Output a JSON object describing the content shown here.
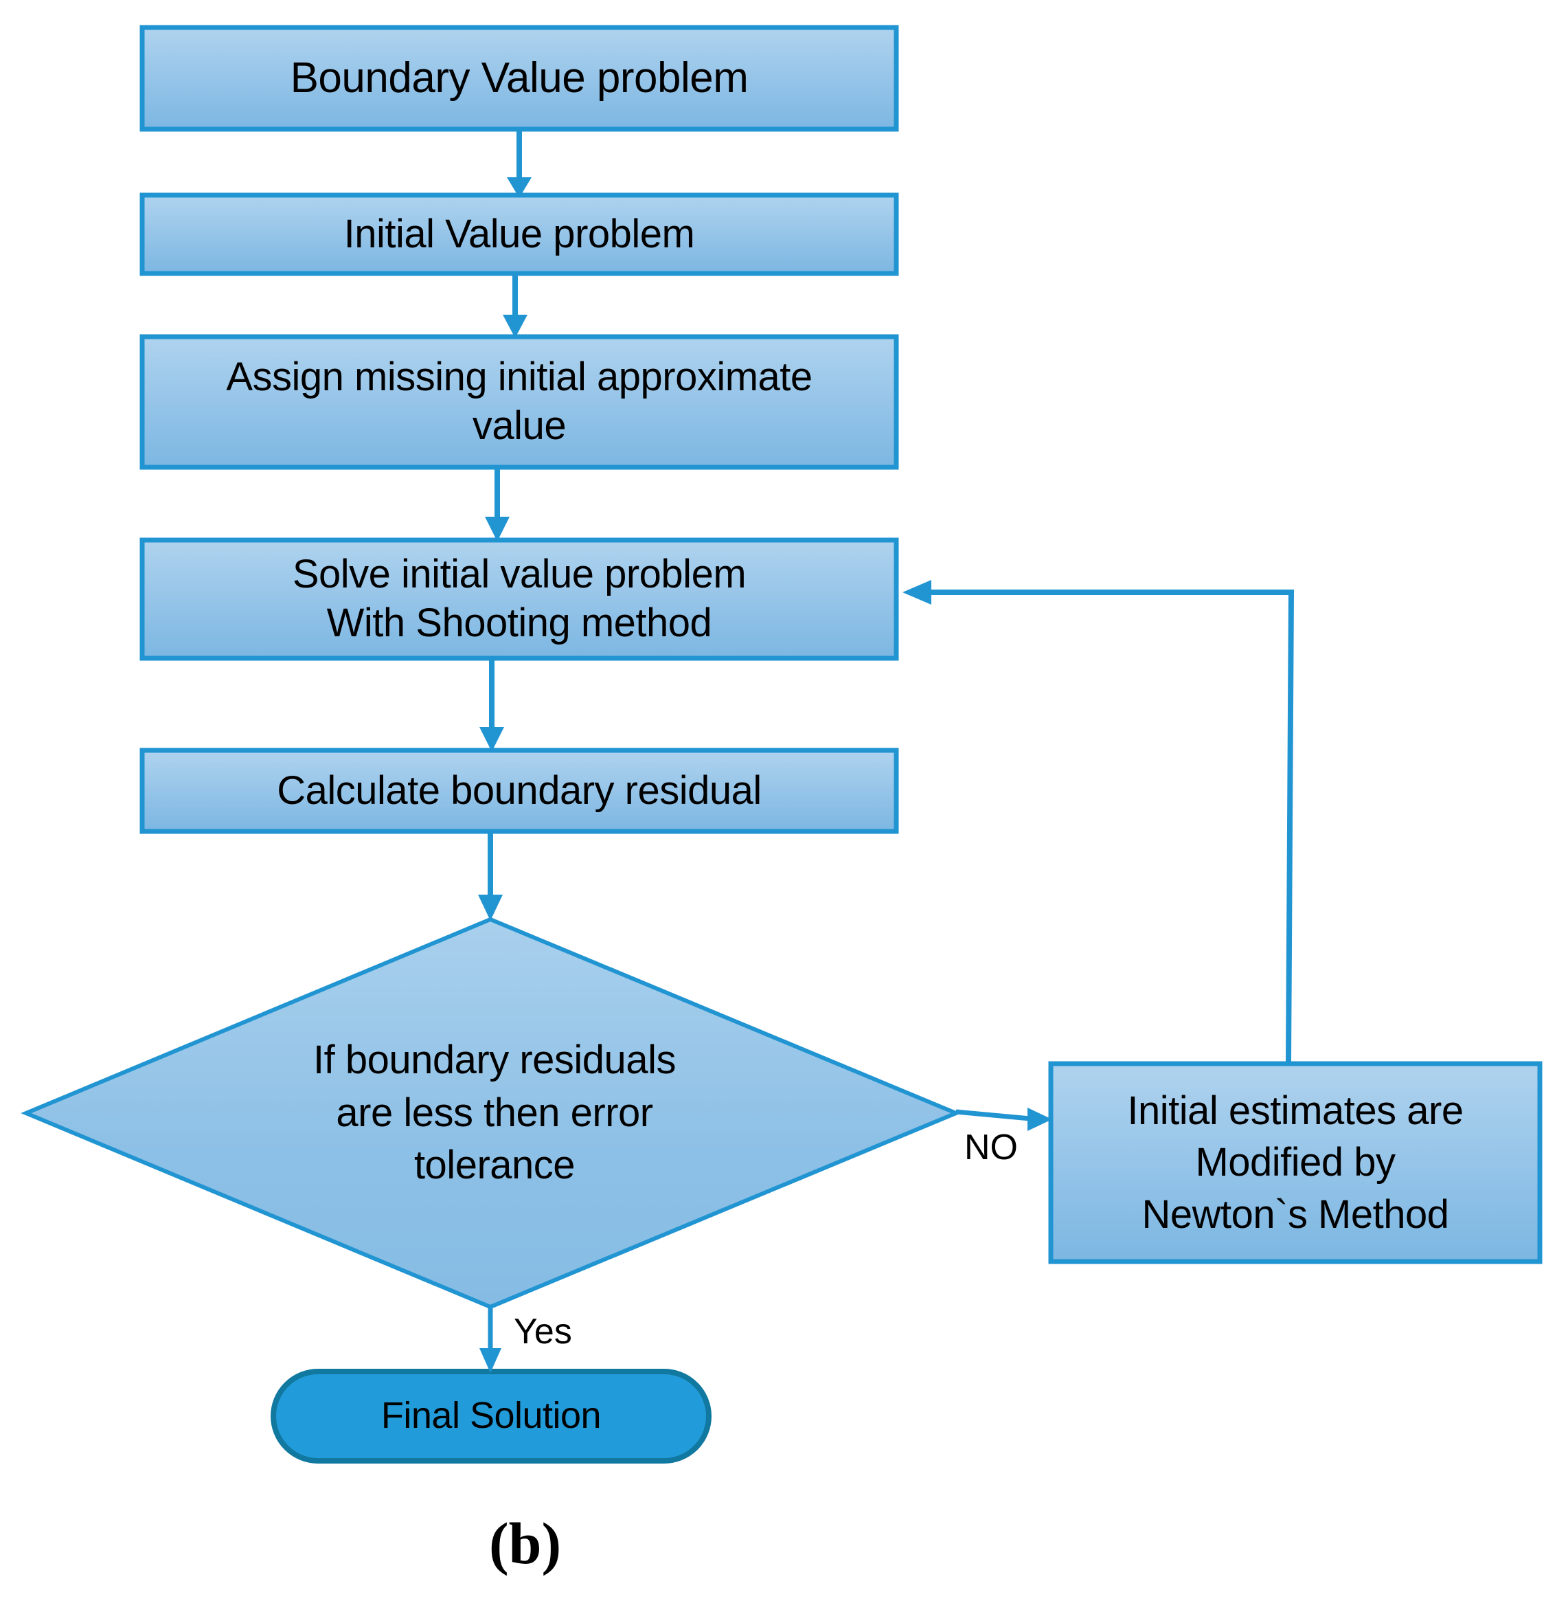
{
  "diagram": {
    "title_caption": "(b)",
    "colors": {
      "box_fill_top": "#A6CEEC",
      "box_fill_bottom": "#7DB8E3",
      "box_border": "#2194D2",
      "terminator_fill": "#219BD9",
      "terminator_border": "#11789F",
      "connector": "#2194D2",
      "text": "#000000",
      "background": "#FFFFFF"
    },
    "nodes": [
      {
        "id": "boundary-value-problem",
        "shape": "process",
        "label": "Boundary Value problem"
      },
      {
        "id": "initial-value-problem",
        "shape": "process",
        "label": "Initial Value problem"
      },
      {
        "id": "assign-missing-initial-approximate-value",
        "shape": "process",
        "label": "Assign missing initial approximate\nvalue"
      },
      {
        "id": "solve-initial-value-problem",
        "shape": "process",
        "label": "Solve initial value problem\nWith Shooting method"
      },
      {
        "id": "calculate-boundary-residual",
        "shape": "process",
        "label": "Calculate boundary residual"
      },
      {
        "id": "residual-decision",
        "shape": "decision",
        "label": "If boundary residuals\nare less then error\ntolerance"
      },
      {
        "id": "newton-modify",
        "shape": "process",
        "label": "Initial estimates are\nModified by\nNewton`s Method"
      },
      {
        "id": "final-solution",
        "shape": "terminator",
        "label": "Final Solution"
      }
    ],
    "edges": [
      {
        "id": "e1",
        "from": "boundary-value-problem",
        "to": "initial-value-problem",
        "label": ""
      },
      {
        "id": "e2",
        "from": "initial-value-problem",
        "to": "assign-missing-initial-approximate-value",
        "label": ""
      },
      {
        "id": "e3",
        "from": "assign-missing-initial-approximate-value",
        "to": "solve-initial-value-problem",
        "label": ""
      },
      {
        "id": "e4",
        "from": "solve-initial-value-problem",
        "to": "calculate-boundary-residual",
        "label": ""
      },
      {
        "id": "e5",
        "from": "calculate-boundary-residual",
        "to": "residual-decision",
        "label": ""
      },
      {
        "id": "e6",
        "from": "residual-decision",
        "to": "newton-modify",
        "label": "NO"
      },
      {
        "id": "e7",
        "from": "residual-decision",
        "to": "final-solution",
        "label": "Yes"
      },
      {
        "id": "e8",
        "from": "newton-modify",
        "to": "solve-initial-value-problem",
        "label": ""
      }
    ],
    "edge_labels": {
      "no": "NO",
      "yes": "Yes"
    }
  }
}
